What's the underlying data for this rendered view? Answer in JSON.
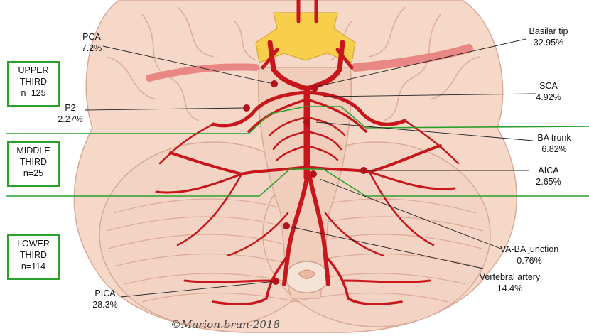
{
  "zones": [
    {
      "key": "upper",
      "line1": "UPPER",
      "line2": "THIRD",
      "count": "n=125"
    },
    {
      "key": "middle",
      "line1": "MIDDLE",
      "line2": "THIRD",
      "count": "n=25"
    },
    {
      "key": "lower",
      "line1": "LOWER",
      "line2": "THIRD",
      "count": "n=114"
    }
  ],
  "labels": {
    "pca": {
      "name": "PCA",
      "pct": "7.2%"
    },
    "p2": {
      "name": "P2",
      "pct": "2.27%"
    },
    "basilar_tip": {
      "name": "Basilar tip",
      "pct": "32.95%"
    },
    "sca": {
      "name": "SCA",
      "pct": "4.92%"
    },
    "ba_trunk": {
      "name": "BA trunk",
      "pct": "6.82%"
    },
    "aica": {
      "name": "AICA",
      "pct": "2.65%"
    },
    "va_ba": {
      "name": "VA-BA junction",
      "pct": "0.76%"
    },
    "vertebral": {
      "name": "Vertebral artery",
      "pct": "14.4%"
    },
    "pica": {
      "name": "PICA",
      "pct": "28.3%"
    }
  },
  "credit": "©Marion.brun-2018",
  "colors": {
    "artery": "#c8171c",
    "brain": "#f5d8c8",
    "brain_line": "#d9a998",
    "zone_line": "#2ca02c",
    "chiasm": "#f7cf4a"
  }
}
